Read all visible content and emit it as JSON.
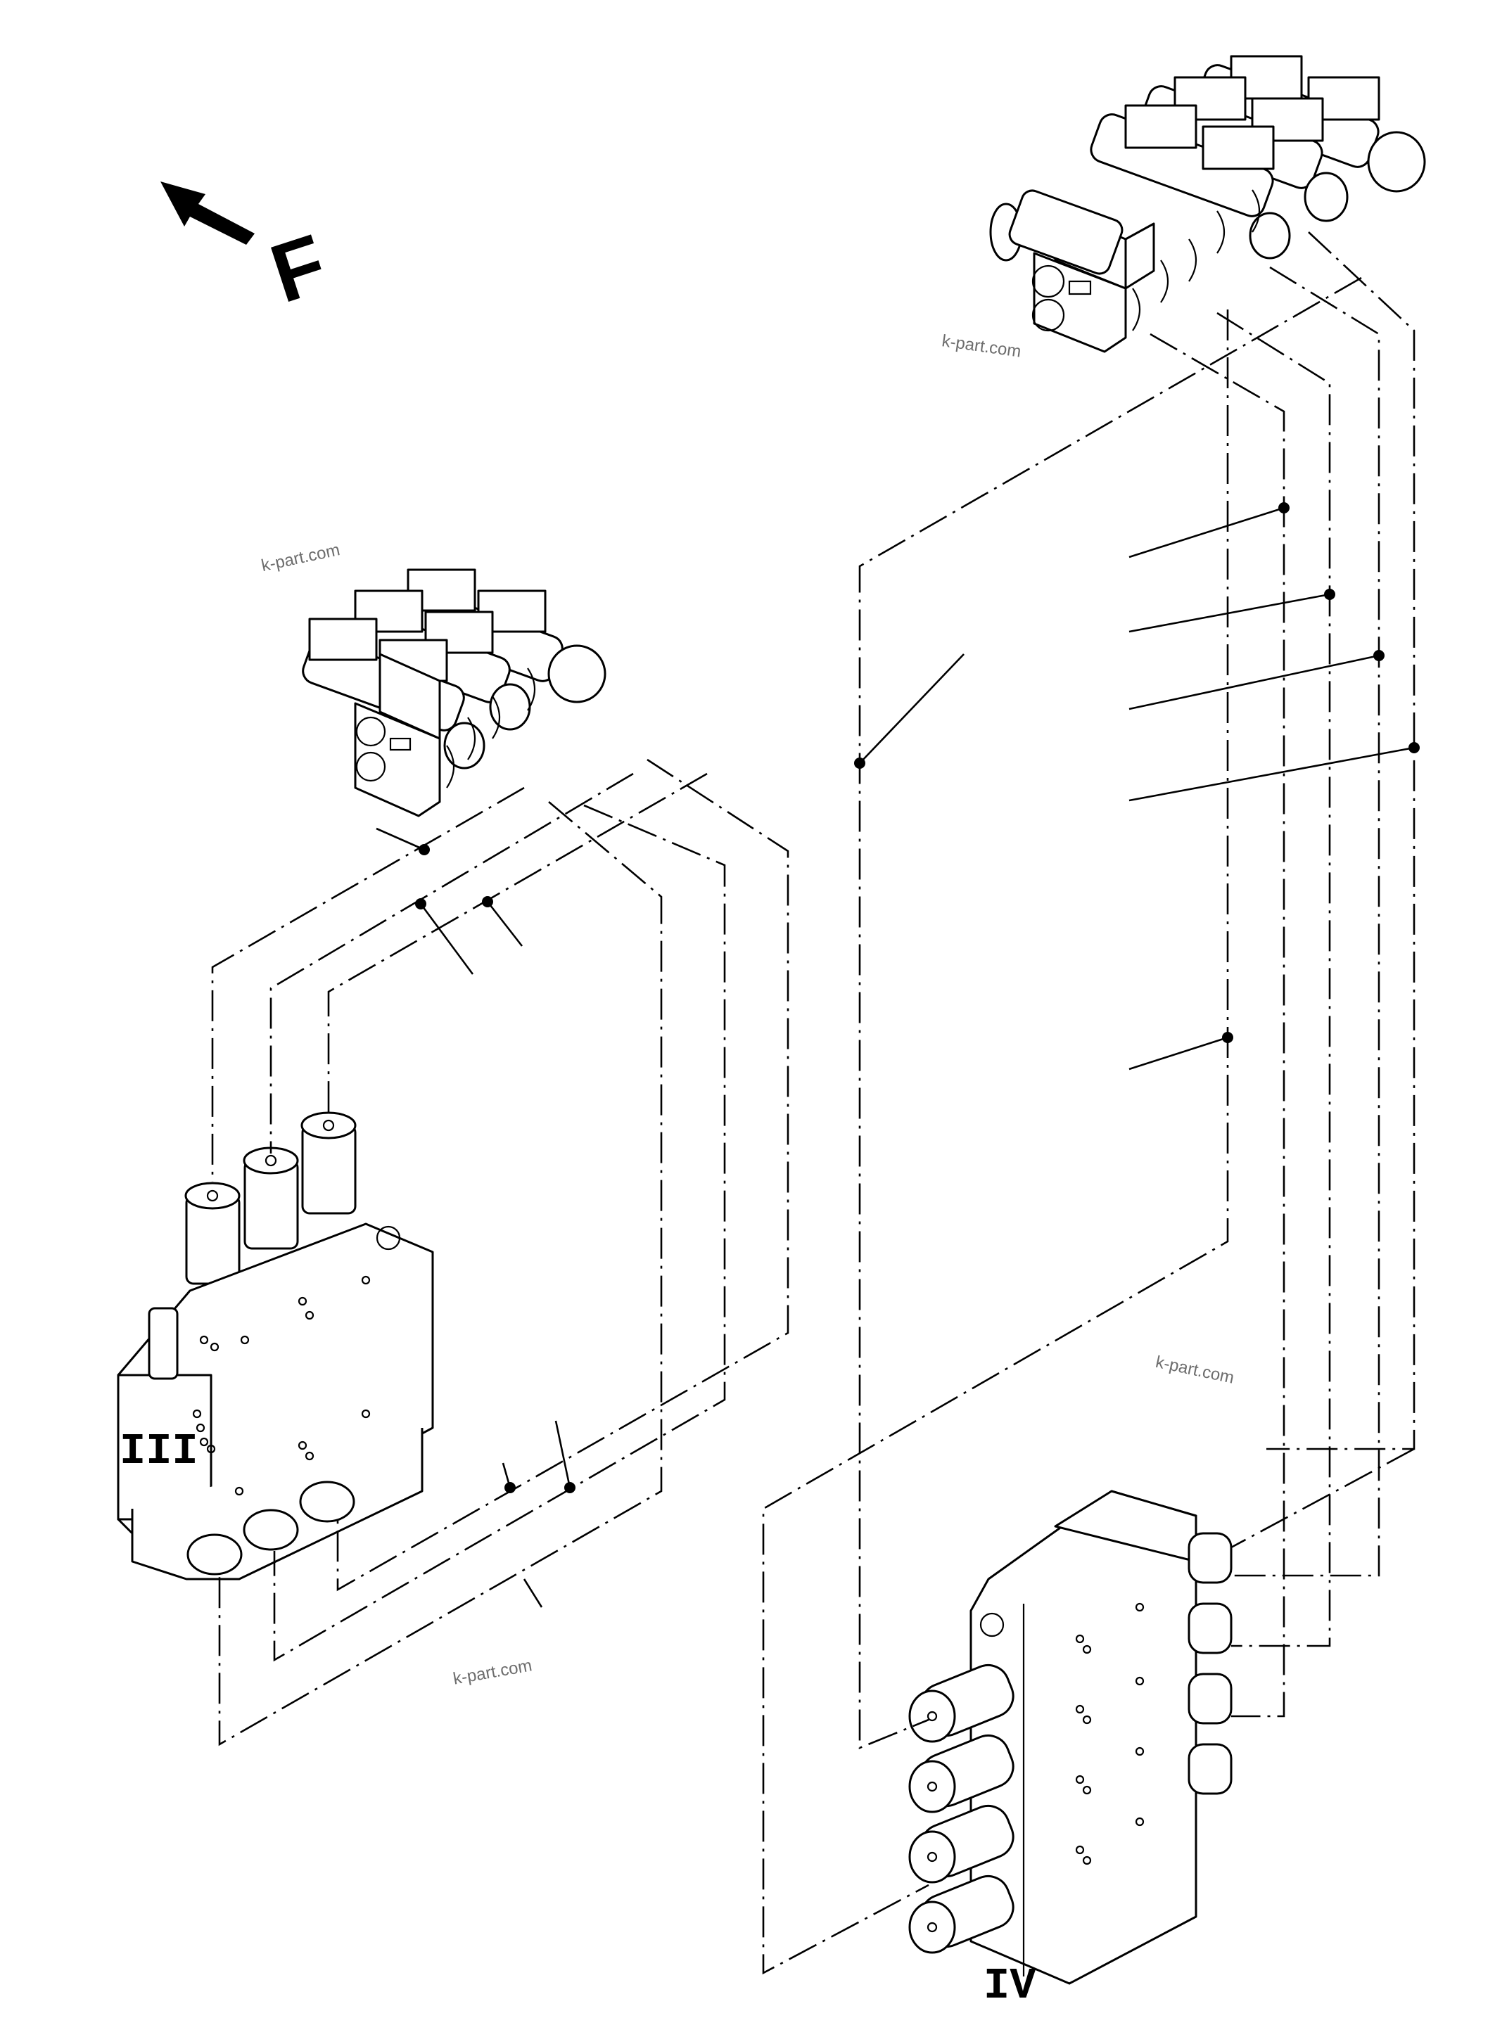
{
  "direction": {
    "letter": "F",
    "icon": "forward-arrow-icon"
  },
  "assemblies": [
    {
      "id": "valve-block-3",
      "label": "III"
    },
    {
      "id": "valve-block-4",
      "label": "IV"
    }
  ],
  "watermarks": [
    "k-part.com",
    "k-part.com",
    "k-part.com",
    "k-part.com"
  ],
  "colors": {
    "line": "#000000",
    "background": "#ffffff",
    "watermark": "#6d6d6d"
  }
}
